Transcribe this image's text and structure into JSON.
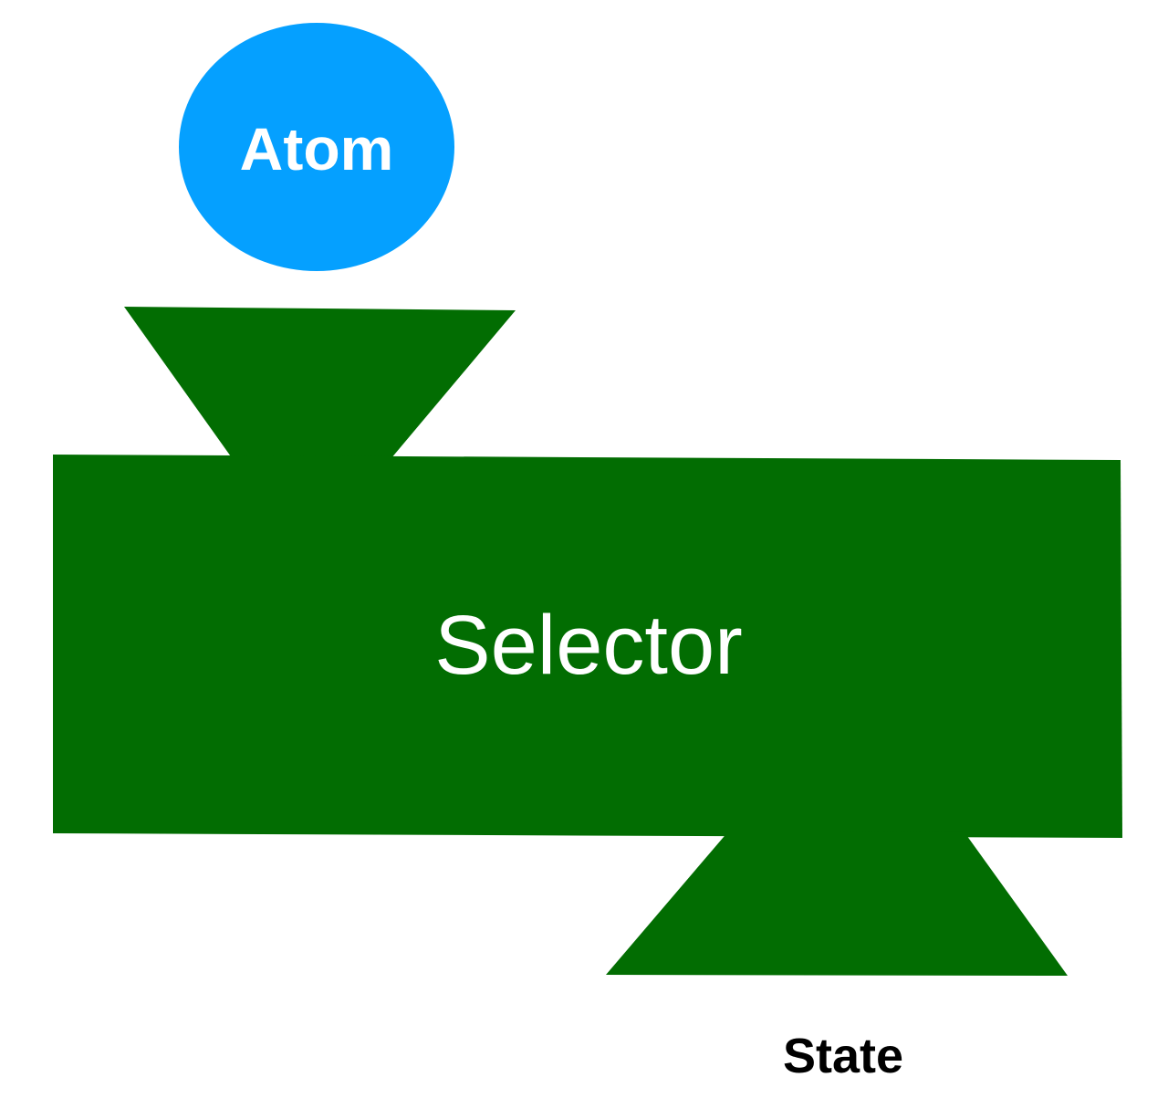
{
  "colors": {
    "atom": "#05a0ff",
    "selector": "#026d02",
    "atom_text": "#ffffff",
    "selector_text": "#ffffff",
    "state_text": "#000000",
    "background": "#ffffff"
  },
  "atom": {
    "label": "Atom"
  },
  "selector": {
    "label": "Selector"
  },
  "state": {
    "label": "State"
  }
}
